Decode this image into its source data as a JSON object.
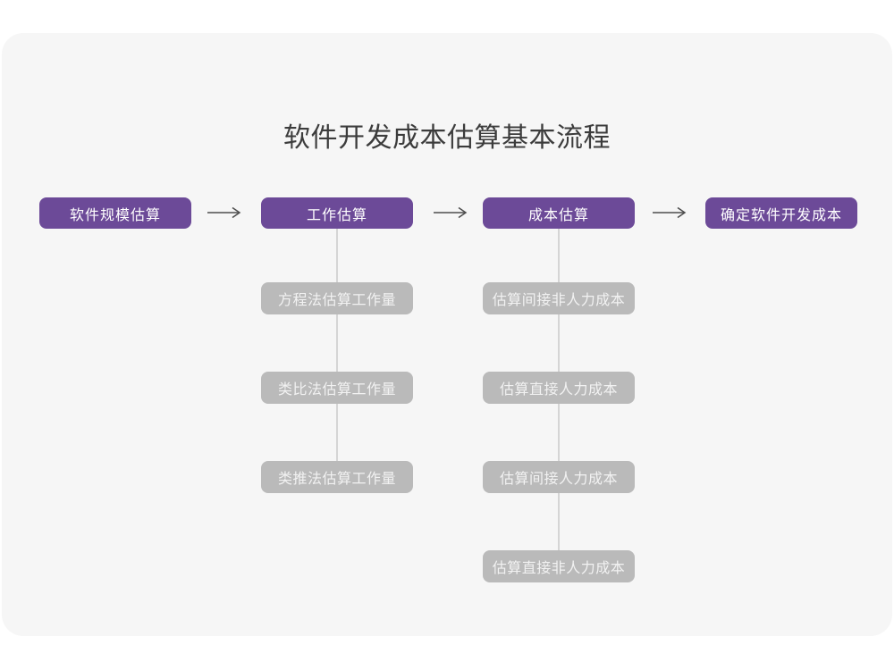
{
  "title": "软件开发成本估算基本流程",
  "stages": [
    {
      "label": "软件规模估算"
    },
    {
      "label": "工作估算"
    },
    {
      "label": "成本估算"
    },
    {
      "label": "确定软件开发成本"
    }
  ],
  "work_methods": [
    {
      "label": "方程法估算工作量"
    },
    {
      "label": "类比法估算工作量"
    },
    {
      "label": "类推法估算工作量"
    }
  ],
  "cost_steps": [
    {
      "label": "估算间接非人力成本"
    },
    {
      "label": "估算直接人力成本"
    },
    {
      "label": "估算间接人力成本"
    },
    {
      "label": "估算直接非人力成本"
    }
  ],
  "colors": {
    "stage_bg": "#6c4a98",
    "substep_bg": "#bababa",
    "card_bg": "#f6f6f6",
    "connector_line": "#d5d5d5",
    "arrow": "#4d4d4d",
    "title_text": "#3c3c3c",
    "box_text": "#ffffff"
  }
}
